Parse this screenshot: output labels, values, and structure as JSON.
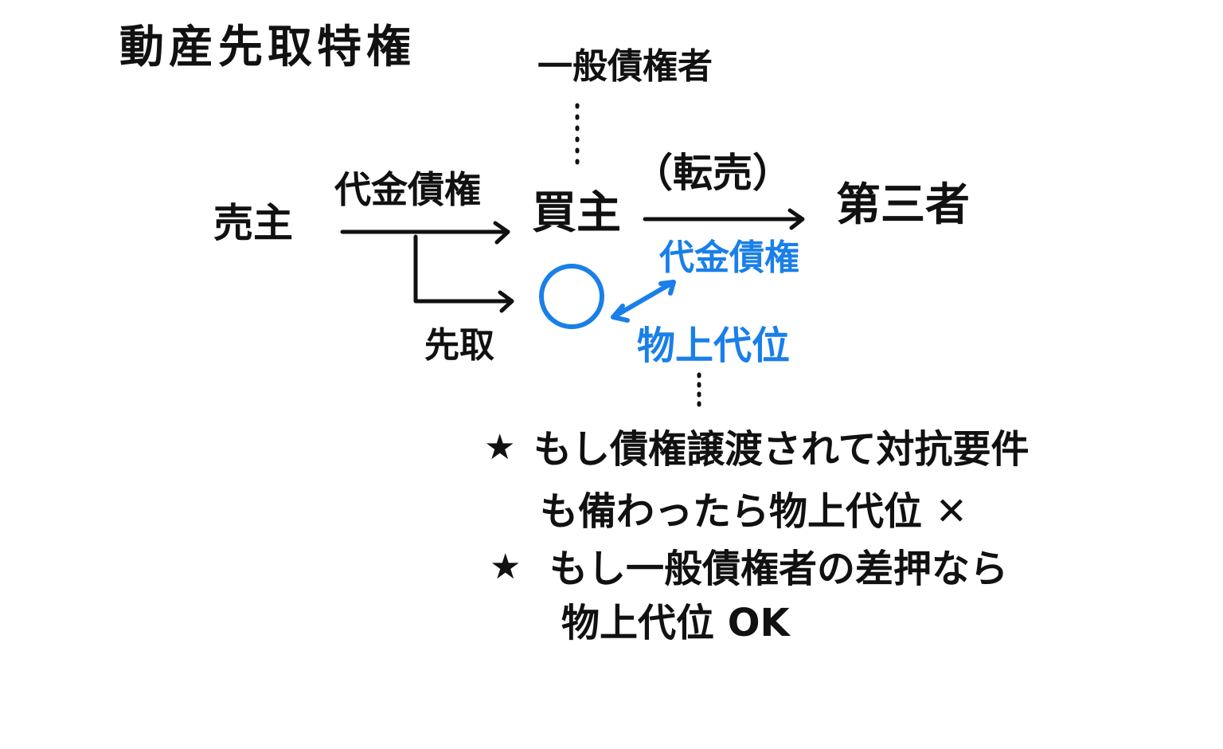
{
  "title": "動産先取特権",
  "general_creditor": "一般債権者",
  "seller": "売主",
  "buyer": "買主",
  "third_party": "第三者",
  "price_claim": "代金債権",
  "resale": "（転売）",
  "preferential": "先取",
  "blue_price_claim": "代金債権",
  "subrogation": "物上代位",
  "notes": [
    {
      "star": "★",
      "lines": [
        "もし債権譲渡されて対抗要件",
        "も備わったら物上代位 ✕"
      ]
    },
    {
      "star": "★",
      "lines": [
        "もし一般債権者の差押なら",
        "物上代位 OK"
      ]
    }
  ],
  "colors": {
    "ink": "#111111",
    "accent": "#1a7fe8"
  }
}
